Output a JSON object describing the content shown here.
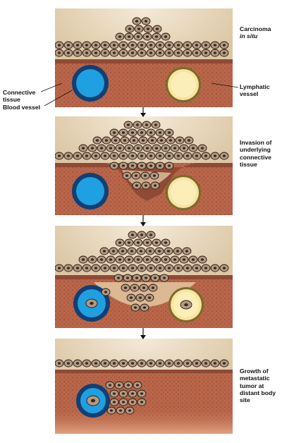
{
  "stages": [
    {
      "label_line1": "Carcinoma",
      "label_line2": "in situ"
    },
    {
      "label_lines": [
        "Invasion of",
        "underlying",
        "connective",
        "tissue"
      ]
    },
    {
      "label_lines": []
    },
    {
      "label_lines": [
        "Growth of",
        "metastatic",
        "tumor at",
        "distant body",
        "site"
      ]
    }
  ],
  "callouts": {
    "connective_tissue_1": "Connective",
    "connective_tissue_2": "tissue",
    "blood_vessel": "Blood vessel",
    "lymphatic_1": "Lymphatic",
    "lymphatic_2": "vessel"
  },
  "colors": {
    "background_top": "#ddc9a8",
    "connective_tissue": "#b9664a",
    "cell_fill": "#b49a83",
    "blood_vessel": "#1fa0e0",
    "blood_vessel_wall": "#123f74",
    "lymphatic_vessel": "#fbe9a4"
  }
}
